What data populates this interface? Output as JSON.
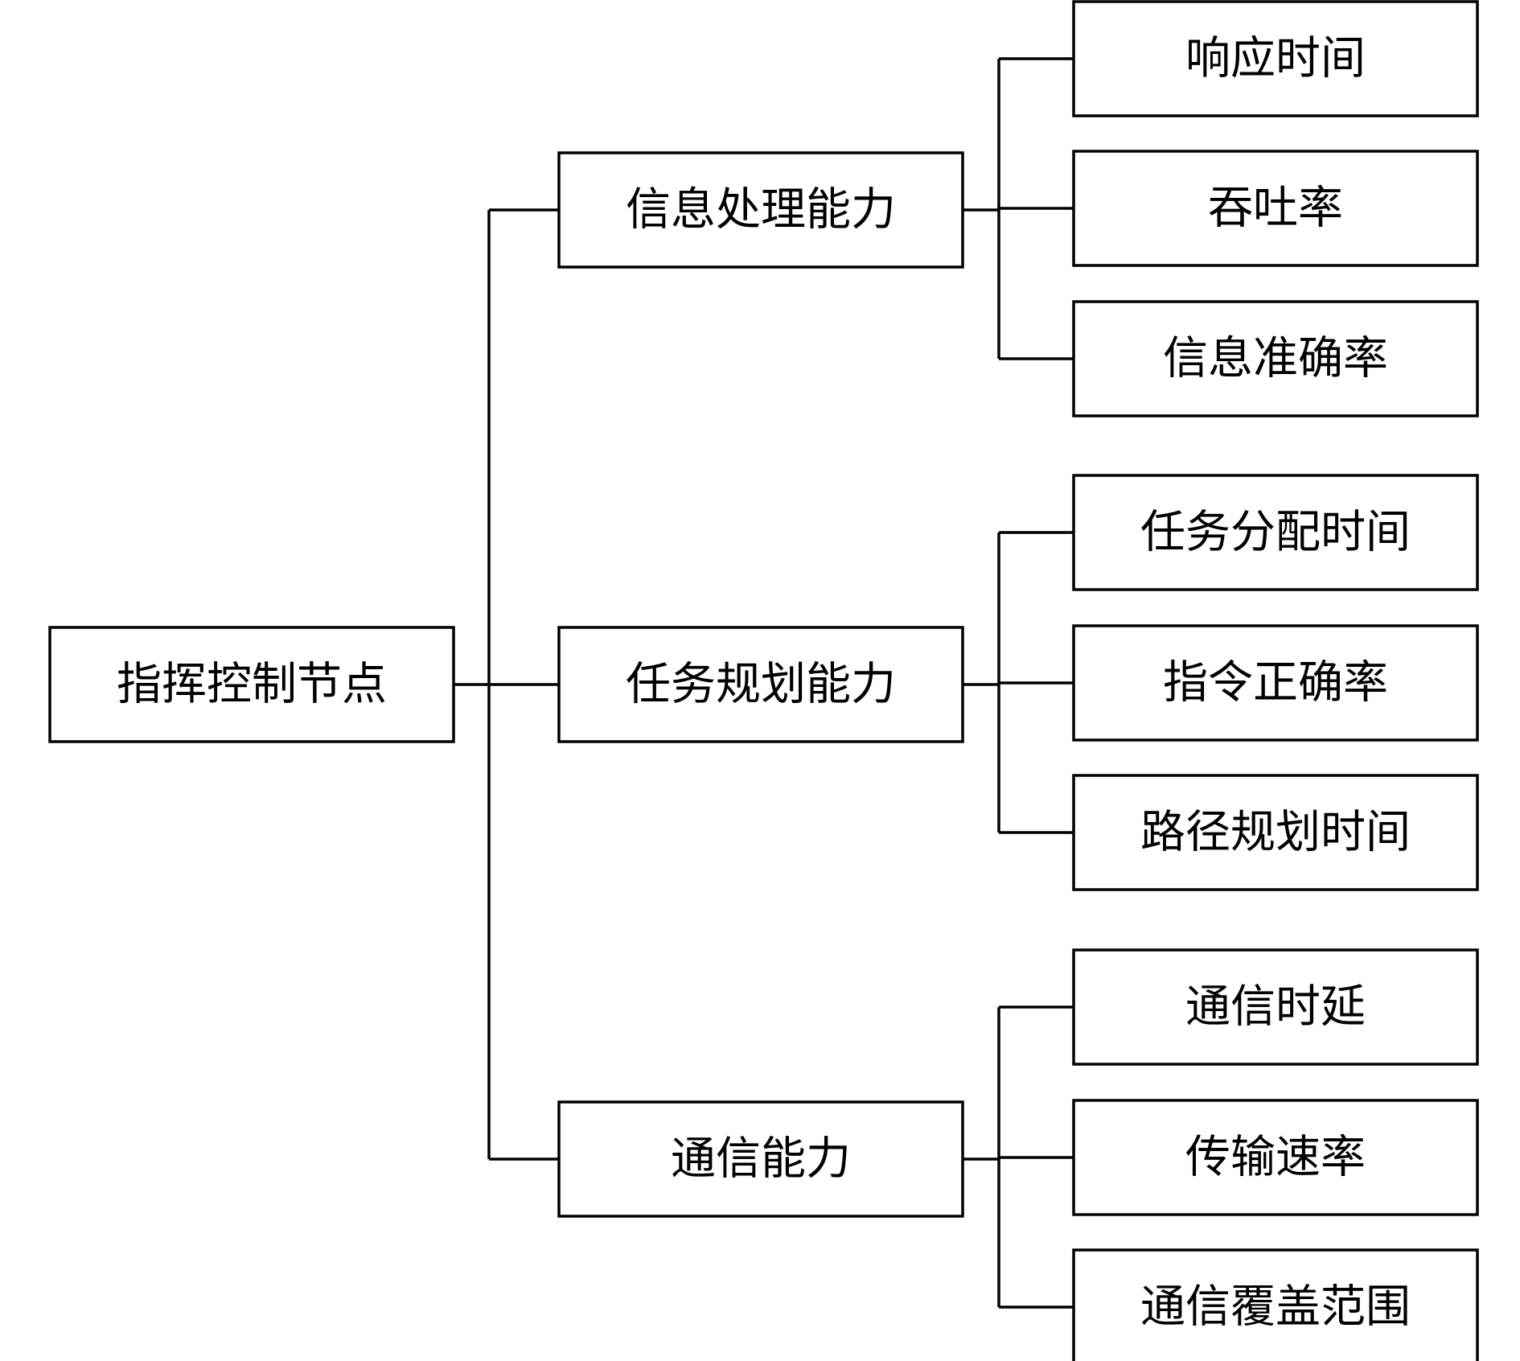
{
  "root": {
    "label": "指挥控制节点"
  },
  "branches": [
    {
      "label": "信息处理能力",
      "children": [
        "响应时间",
        "吞吐率",
        "信息准确率"
      ]
    },
    {
      "label": "任务规划能力",
      "children": [
        "任务分配时间",
        "指令正确率",
        "路径规划时间"
      ]
    },
    {
      "label": "通信能力",
      "children": [
        "通信时延",
        "传输速率",
        "通信覆盖范围"
      ]
    }
  ]
}
